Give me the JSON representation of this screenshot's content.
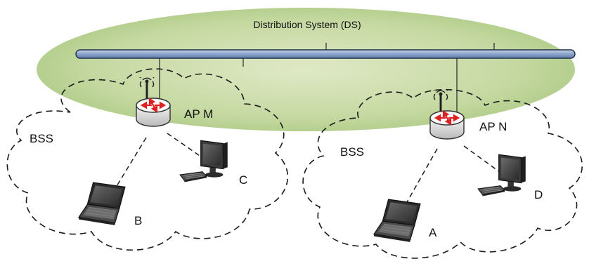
{
  "distribution_system": {
    "label": "Distribution System (DS)",
    "color": "#cfe0b0"
  },
  "bss": [
    {
      "label": "BSS",
      "access_point": {
        "label": "AP M",
        "icon": "router-icon"
      },
      "stations": [
        {
          "label": "B",
          "icon": "laptop-icon"
        },
        {
          "label": "C",
          "icon": "desktop-computer-icon"
        }
      ]
    },
    {
      "label": "BSS",
      "access_point": {
        "label": "AP N",
        "icon": "router-icon"
      },
      "stations": [
        {
          "label": "A",
          "icon": "laptop-icon"
        },
        {
          "label": "D",
          "icon": "desktop-computer-icon"
        }
      ]
    }
  ],
  "colors": {
    "bus": "#8aa4cc",
    "bus_outline": "#1f2f4a",
    "router_arrows": "#e02020"
  }
}
